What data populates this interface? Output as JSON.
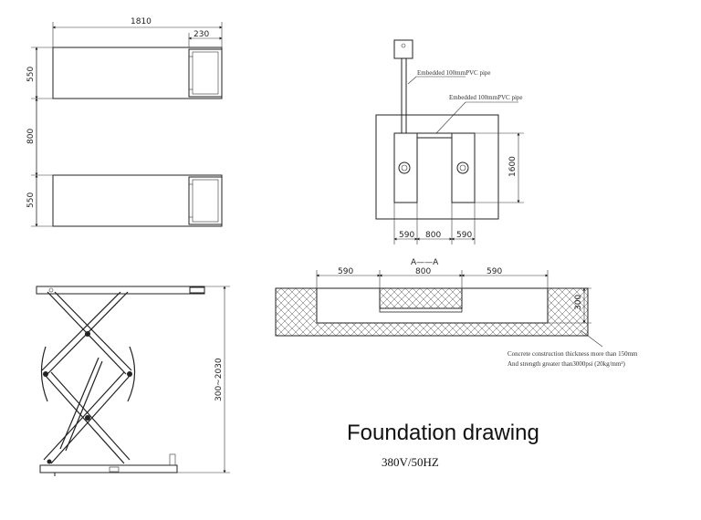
{
  "title": "Foundation drawing",
  "power": "380V/50HZ",
  "top_view": {
    "overall_length": "1810",
    "end_width": "230",
    "platform_width_1": "550",
    "gap": "800",
    "platform_width_2": "550"
  },
  "plan_view": {
    "pipe_note_1": "Embedded 100mmPVC pipe",
    "pipe_note_2": "Embedded 100mmPVC pipe",
    "pit_length": "1600",
    "dim_left": "590",
    "dim_mid": "800",
    "dim_right": "590",
    "section_label": "A——A"
  },
  "section_view": {
    "dim_left": "590",
    "dim_mid": "800",
    "dim_right": "590",
    "depth": "300",
    "concrete_note_1": "Concrete construction thickness more than 150mm",
    "concrete_note_2": "And strength greater than3000psi (20kg/mm²)"
  },
  "side_view": {
    "height_range": "300~2030"
  }
}
